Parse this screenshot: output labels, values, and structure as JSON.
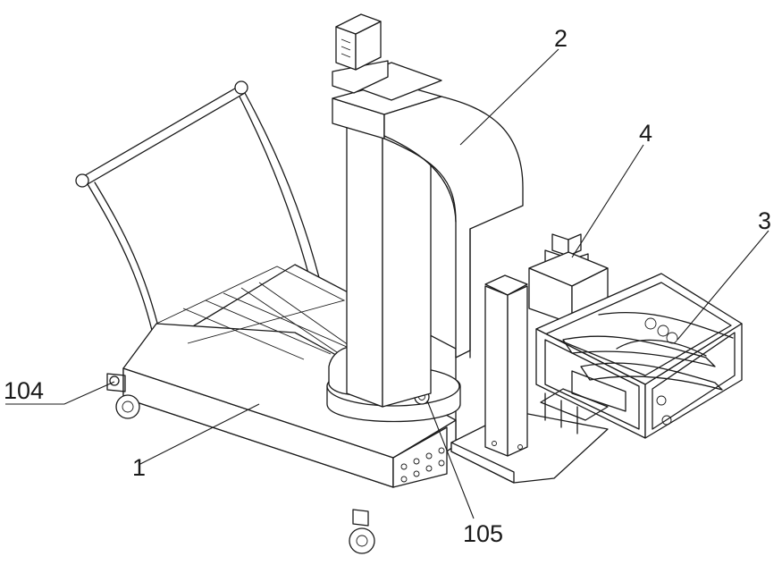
{
  "callouts": {
    "c1": "1",
    "c2": "2",
    "c3": "3",
    "c4": "4",
    "c104": "104",
    "c105": "105"
  }
}
